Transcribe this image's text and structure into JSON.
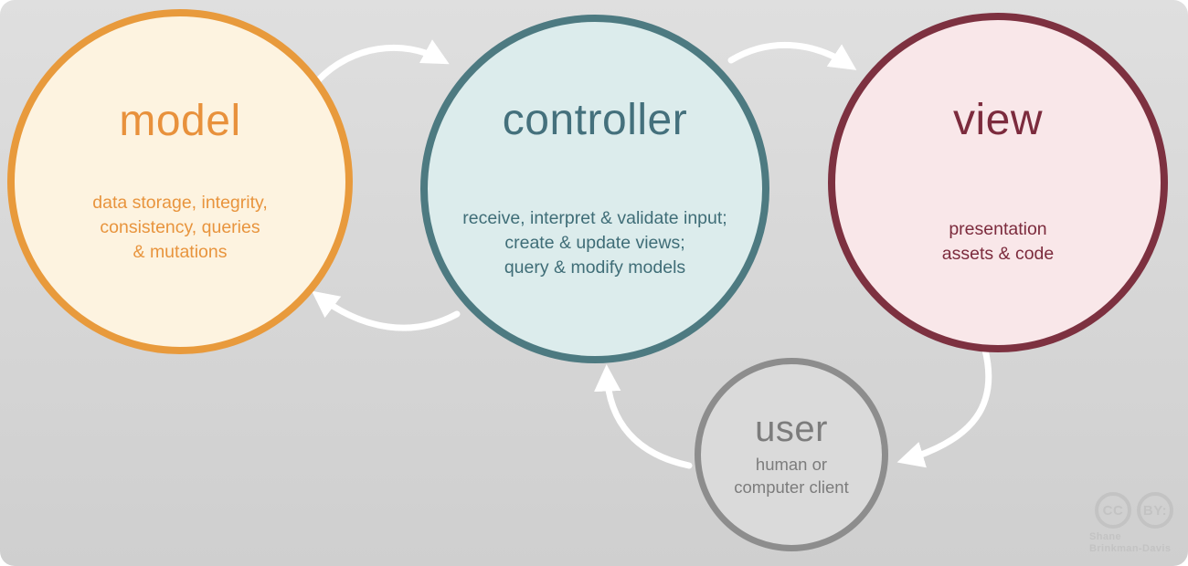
{
  "colors": {
    "background": "#d7d7d7",
    "arrow": "#ffffff",
    "model_border": "#e89a3c",
    "model_fill": "#fdf3e0",
    "model_text": "#e8913c",
    "controller_border": "#4d7a81",
    "controller_fill": "#dcecec",
    "controller_text": "#44707c",
    "view_border": "#7d3140",
    "view_fill": "#f9e7e9",
    "view_text": "#7c2b3d",
    "user_border": "#8d8d8d",
    "user_fill": "#dadada",
    "user_text": "#7c7c7c"
  },
  "nodes": {
    "model": {
      "title": "model",
      "lines": [
        "data storage, integrity,",
        "consistency, queries",
        "& mutations"
      ]
    },
    "controller": {
      "title": "controller",
      "lines": [
        "receive, interpret & validate input;",
        "create & update views;",
        "query & modify models"
      ]
    },
    "view": {
      "title": "view",
      "lines": [
        "presentation",
        "assets & code"
      ]
    },
    "user": {
      "title": "user",
      "lines": [
        "human or",
        "computer client"
      ]
    }
  },
  "arrows": [
    {
      "from": "model",
      "to": "controller"
    },
    {
      "from": "controller",
      "to": "view"
    },
    {
      "from": "view",
      "to": "user"
    },
    {
      "from": "user",
      "to": "controller"
    },
    {
      "from": "controller",
      "to": "model"
    }
  ],
  "credit": {
    "badges": [
      "CC",
      "BY:"
    ],
    "name_lines": [
      "Shane",
      "Brinkman-Davis"
    ]
  }
}
